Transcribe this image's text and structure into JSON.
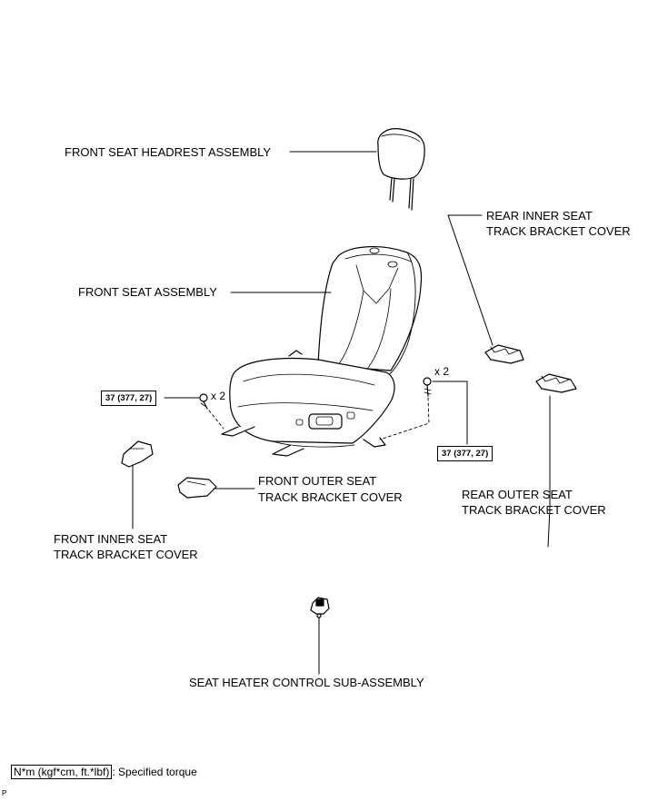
{
  "labels": {
    "headrest": "FRONT SEAT HEADREST ASSEMBLY",
    "seat": "FRONT SEAT ASSEMBLY",
    "rear_inner_l1": "REAR INNER SEAT",
    "rear_inner_l2": "TRACK BRACKET COVER",
    "rear_outer_l1": "REAR OUTER SEAT",
    "rear_outer_l2": "TRACK BRACKET COVER",
    "front_outer_l1": "FRONT OUTER SEAT",
    "front_outer_l2": "TRACK BRACKET COVER",
    "front_inner_l1": "FRONT INNER SEAT",
    "front_inner_l2": "TRACK BRACKET COVER",
    "heater": "SEAT HEATER CONTROL SUB-ASSEMBLY"
  },
  "torque": {
    "left": "37 (377, 27)",
    "right": "37 (377, 27)"
  },
  "multipliers": {
    "left": "x 2",
    "right": "x 2"
  },
  "legend": {
    "unit": "N*m (kgf*cm, ft.*lbf)",
    "description": ": Specified torque"
  },
  "page_code": "P"
}
